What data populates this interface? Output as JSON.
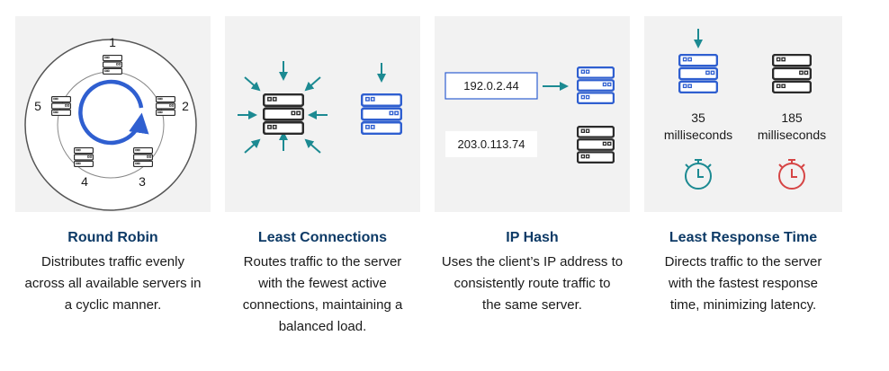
{
  "colors": {
    "teal": "#1c8a92",
    "blue": "#2f5fd0",
    "dark": "#2b2b2b",
    "red": "#d64545",
    "title": "#0d3a66"
  },
  "round_robin": {
    "title": "Round Robin",
    "desc": [
      "Distributes traffic evenly",
      "across all available servers in",
      "a cyclic manner."
    ],
    "labels": [
      "1",
      "2",
      "3",
      "4",
      "5"
    ]
  },
  "least_connections": {
    "title": "Least Connections",
    "desc": [
      "Routes traffic to the server",
      "with the fewest active",
      "connections, maintaining a",
      "balanced load."
    ]
  },
  "ip_hash": {
    "title": "IP Hash",
    "desc": [
      "Uses the client’s IP address to",
      "consistently route traffic to",
      "the same server."
    ],
    "ip1": "192.0.2.44",
    "ip2": "203.0.113.74"
  },
  "least_response": {
    "title": "Least Response Time",
    "desc": [
      "Directs traffic to the server",
      "with the fastest response",
      "time, minimizing latency."
    ],
    "fast_value": "35",
    "fast_unit": "milliseconds",
    "slow_value": "185",
    "slow_unit": "milliseconds"
  }
}
